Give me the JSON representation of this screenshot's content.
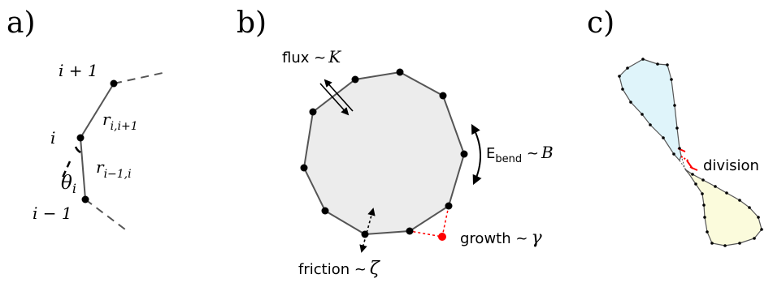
{
  "panels": {
    "a": {
      "letter": "a)",
      "node_top": "i + 1",
      "node_mid": "i",
      "node_bottom": "i − 1",
      "angle": "θ",
      "angle_sub": "i",
      "edge_upper": "r",
      "edge_upper_sub": "i,i+1",
      "edge_lower": "r",
      "edge_lower_sub": "i−1,i"
    },
    "b": {
      "letter": "b)",
      "flux_text": "flux ~",
      "flux_symbol": "K",
      "bend_text": "E",
      "bend_sub": "bend",
      "bend_rel": " ~",
      "bend_symbol": "B",
      "growth_text": "growth ~",
      "growth_symbol": "γ",
      "friction_text": "friction ~",
      "friction_symbol": "ζ"
    },
    "c": {
      "letter": "c)",
      "division_label": "division"
    }
  },
  "colors": {
    "polygon_fill": "#ececec",
    "edge": "#555555",
    "node": "#000000",
    "growth": "#ff0000",
    "top_cell_fill": "#dff4fa",
    "bottom_cell_fill": "#fbfbdc"
  }
}
